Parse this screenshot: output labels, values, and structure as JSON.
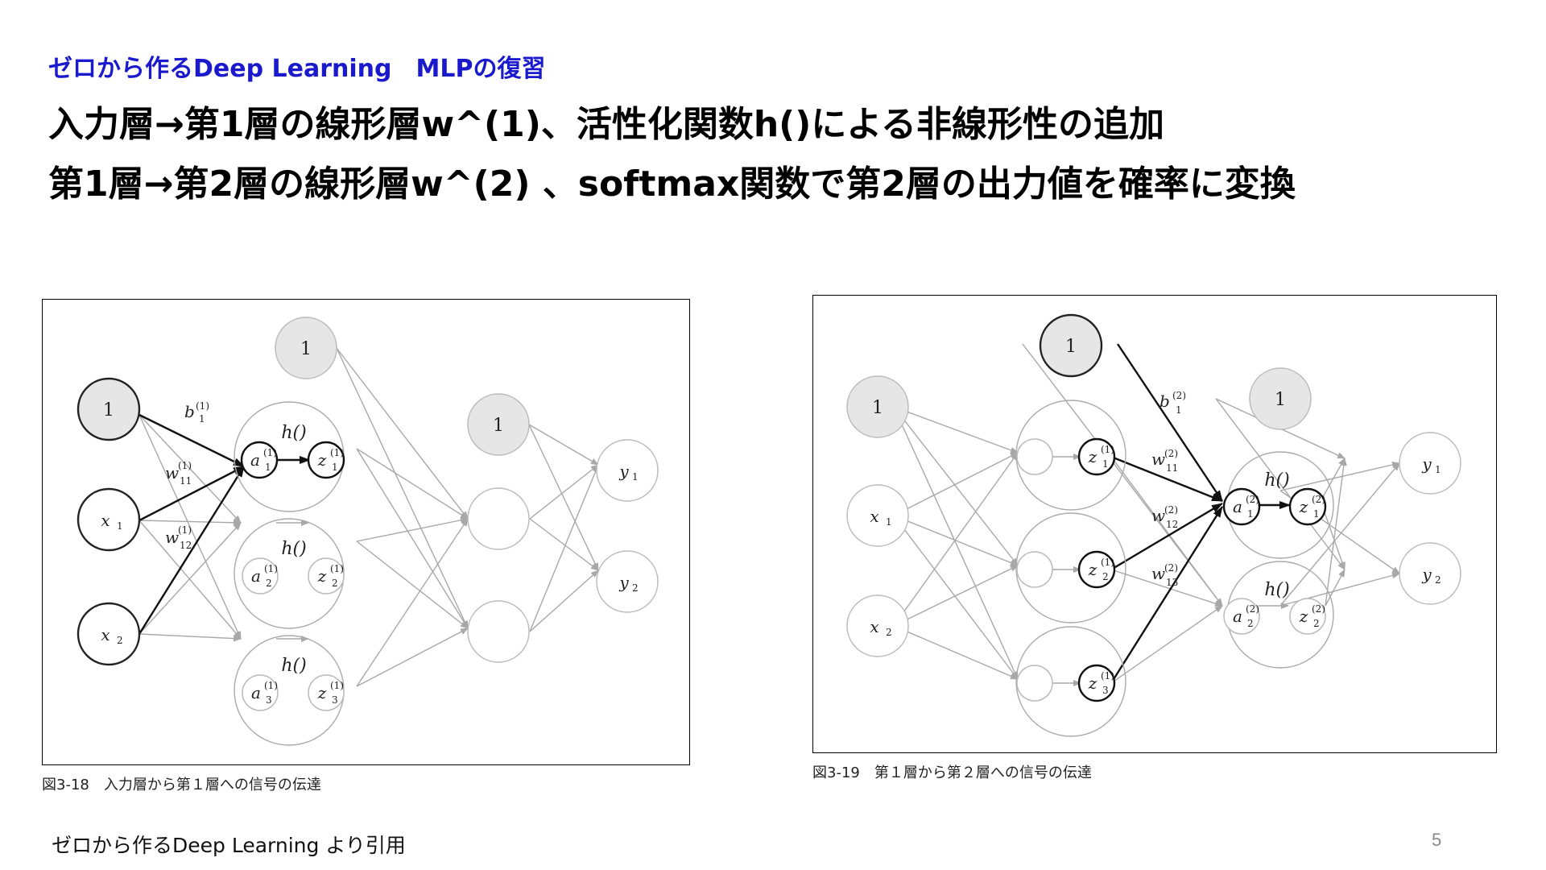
{
  "slide": {
    "subtitle": "ゼロから作るDeep Learning　MLPの復習",
    "heading_line1": "入力層→第1層の線形層w^(1)、活性化関数h()による非線形性の追加",
    "heading_line2": "第1層→第2層の線形層w^(2) 、softmax関数で第2層の出力値を確率に変換",
    "source": "ゼロから作るDeep Learning より引用",
    "page_number": "5"
  },
  "figures": [
    {
      "caption": "図3-18　入力層から第１層への信号の伝達",
      "bias_label": "1",
      "inputs": [
        "1",
        "x",
        "x"
      ],
      "input_subs": [
        "",
        "1",
        "2"
      ],
      "hidden": [
        {
          "a": "a",
          "z": "z",
          "sup": "(1)",
          "idx": "1"
        },
        {
          "a": "a",
          "z": "z",
          "sup": "(1)",
          "idx": "2"
        },
        {
          "a": "a",
          "z": "z",
          "sup": "(1)",
          "idx": "3"
        }
      ],
      "activation": "h()",
      "weights": [
        {
          "sym": "b",
          "sup": "(1)",
          "sub": "1"
        },
        {
          "sym": "w",
          "sup": "(1)",
          "sub": "11"
        },
        {
          "sym": "w",
          "sup": "(1)",
          "sub": "12"
        }
      ],
      "outputs": [
        "y",
        "y"
      ],
      "output_subs": [
        "1",
        "2"
      ]
    },
    {
      "caption": "図3-19　第１層から第２層への信号の伝達",
      "bias_label": "1",
      "inputs": [
        "1",
        "x",
        "x"
      ],
      "input_subs": [
        "",
        "1",
        "2"
      ],
      "layer1": [
        {
          "z": "z",
          "sup": "(1)",
          "idx": "1"
        },
        {
          "z": "z",
          "sup": "(1)",
          "idx": "2"
        },
        {
          "z": "z",
          "sup": "(1)",
          "idx": "3"
        }
      ],
      "layer2": [
        {
          "a": "a",
          "z": "z",
          "sup": "(2)",
          "idx": "1"
        },
        {
          "a": "a",
          "z": "z",
          "sup": "(2)",
          "idx": "2"
        }
      ],
      "activation": "h()",
      "weights": [
        {
          "sym": "b",
          "sup": "(2)",
          "sub": "1"
        },
        {
          "sym": "w",
          "sup": "(2)",
          "sub": "11"
        },
        {
          "sym": "w",
          "sup": "(2)",
          "sub": "12"
        },
        {
          "sym": "w",
          "sup": "(2)",
          "sub": "13"
        }
      ],
      "outputs": [
        "y",
        "y"
      ],
      "output_subs": [
        "1",
        "2"
      ]
    }
  ],
  "colors": {
    "subtitle": "#1a1acc",
    "bias_fill": "#e6e6e6",
    "dim_line": "#a8a8a8",
    "bold_line": "#111111"
  }
}
